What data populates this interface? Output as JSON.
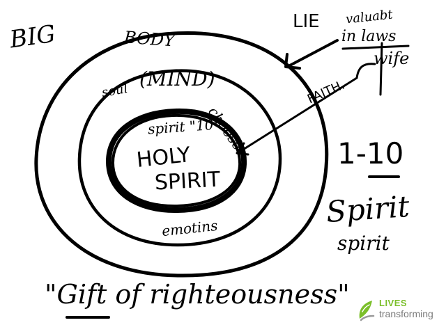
{
  "labels": {
    "big": "BIG",
    "body": "BODY",
    "soul": "soul",
    "mind": "(MIND)",
    "choose": "choose",
    "spirit_ten": "spirit \"10\"",
    "holy": "HOLY",
    "spirit_caps": "SPIRIT",
    "emotions": "emotins",
    "faith": "FAITH.",
    "lie": "LIE",
    "valuable": "valuabt",
    "inlaws": "in laws",
    "wife": "wife",
    "scale": "1-10",
    "spirit_big": "Spirit",
    "spirit_small": "spirit",
    "gift": "\"Gift of righteousness\""
  },
  "logo": {
    "lives": "LIVES",
    "transforming": "transforming"
  },
  "colors": {
    "ink": "#000000",
    "background": "#ffffff",
    "logo_green": "#7bbf2a",
    "logo_gray": "#7a7a7a"
  }
}
